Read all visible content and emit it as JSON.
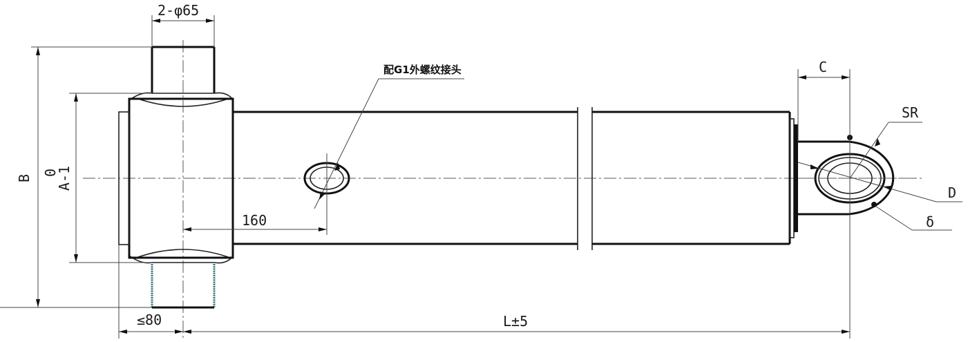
{
  "drawing": {
    "title": "Hydraulic cylinder outline drawing",
    "labels": {
      "trunnion_dia": "2-φ65",
      "port_note": "配G1外螺纹接头",
      "dim_B": "B",
      "dim_A": "A-1",
      "dim_A_tol": "0",
      "dim_160": "160",
      "dim_80": "≤80",
      "dim_L": "L±5",
      "dim_C": "C",
      "dim_SR": "SR",
      "dim_D": "D",
      "dim_delta": "δ"
    },
    "colors": {
      "line": "#111111",
      "dimension": "#444444",
      "centerline": "#555555",
      "thread": "#2f6f73",
      "background": "#ffffff"
    }
  }
}
